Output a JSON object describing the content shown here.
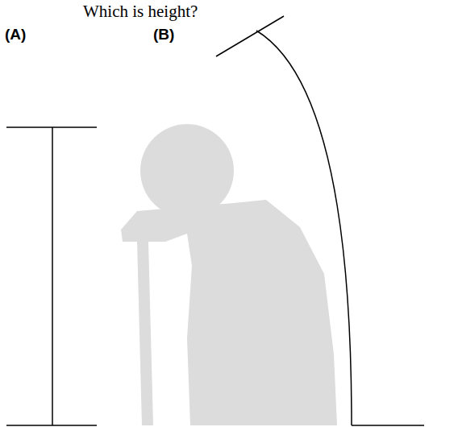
{
  "diagram": {
    "title": "Which is height?",
    "labels": [
      "(A)",
      "(B)"
    ]
  }
}
